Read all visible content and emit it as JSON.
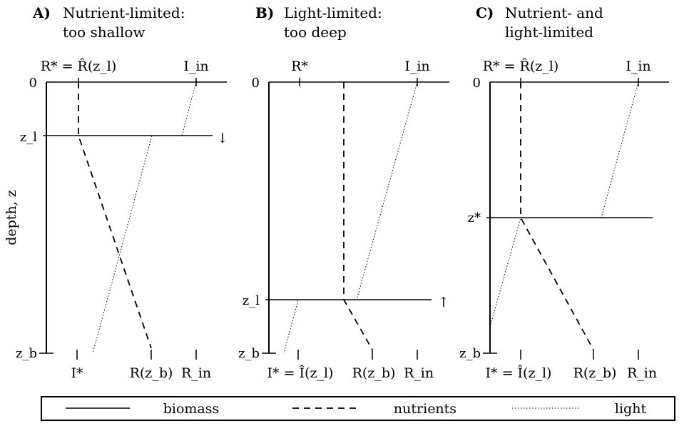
{
  "y_axis_label": "depth, z",
  "panels": [
    {
      "letter": "A)",
      "title_line1": "Nutrient-limited:",
      "title_line2": "too shallow",
      "top_left": "R* = R̂(z_l)",
      "top_right": "I_in",
      "depth_top": "0",
      "depth_mid": "z_l",
      "depth_bottom": "z_b",
      "arrow": "↓",
      "bottom_1": "I*",
      "bottom_2": "R(z_b)",
      "bottom_3": "R_in"
    },
    {
      "letter": "B)",
      "title_line1": "Light-limited:",
      "title_line2": "too deep",
      "top_left": "R*",
      "top_right": "I_in",
      "depth_top": "0",
      "depth_mid": "z_l",
      "depth_bottom": "z_b",
      "arrow": "↑",
      "bottom_1": "I* = Î(z_l)",
      "bottom_2": "R(z_b)",
      "bottom_3": "R_in"
    },
    {
      "letter": "C)",
      "title_line1": "Nutrient- and",
      "title_line2": "light-limited",
      "top_left": "R* = R̂(z_l)",
      "top_right": "I_in",
      "depth_top": "0",
      "depth_mid": "z*",
      "depth_bottom": "z_b",
      "bottom_1": "I* = Î(z_l)",
      "bottom_2": "R(z_b)",
      "bottom_3": "R_in"
    }
  ],
  "legend": {
    "biomass": "biomass",
    "nutrients": "nutrients",
    "light": "light"
  }
}
